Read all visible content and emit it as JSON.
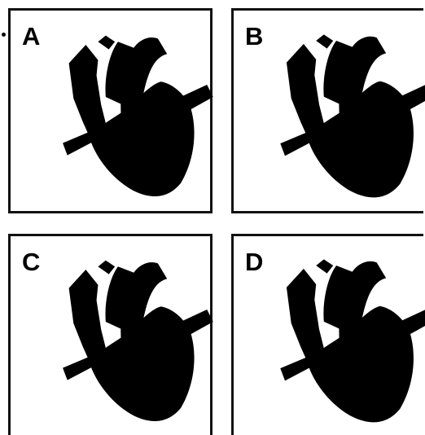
{
  "panels": [
    {
      "id": "A",
      "label": "A"
    },
    {
      "id": "B",
      "label": "B"
    },
    {
      "id": "C",
      "label": "C"
    },
    {
      "id": "D",
      "label": "D"
    }
  ],
  "colors": {
    "ink": "#000000",
    "paper": "#ffffff"
  }
}
